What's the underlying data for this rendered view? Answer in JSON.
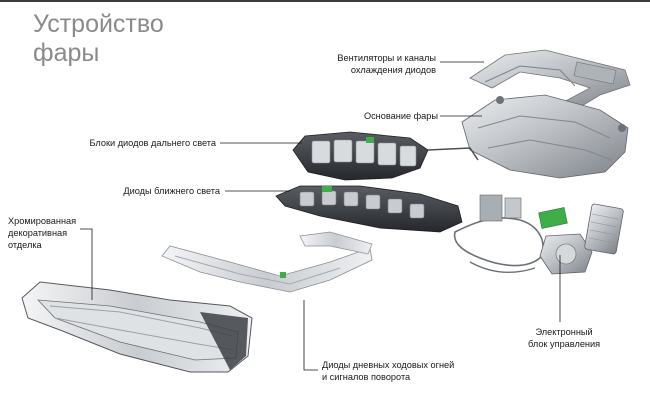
{
  "title": {
    "line1": "Устройство",
    "line2": "фары"
  },
  "labels": {
    "fans": {
      "line1": "Вентиляторы и каналы",
      "line2": "охлаждения диодов"
    },
    "base": {
      "line1": "Основание фары"
    },
    "high_beam": {
      "line1": "Блоки диодов дальнего света"
    },
    "low_beam": {
      "line1": "Диоды ближнего света"
    },
    "chrome": {
      "line1": "Хромированная",
      "line2": "декоративная",
      "line3": "отделка"
    },
    "drl": {
      "line1": "Диоды дневных ходовых огней",
      "line2": "и сигналов поворота"
    },
    "ecu": {
      "line1": "Электронный",
      "line2": "блок управления"
    }
  },
  "colors": {
    "title": "#8a8a8a",
    "leader": "#1a1a1a",
    "metal_light": "#d4d7da",
    "metal_mid": "#9ea3a8",
    "metal_dark": "#3c3f44",
    "led_green": "#3fae49"
  }
}
